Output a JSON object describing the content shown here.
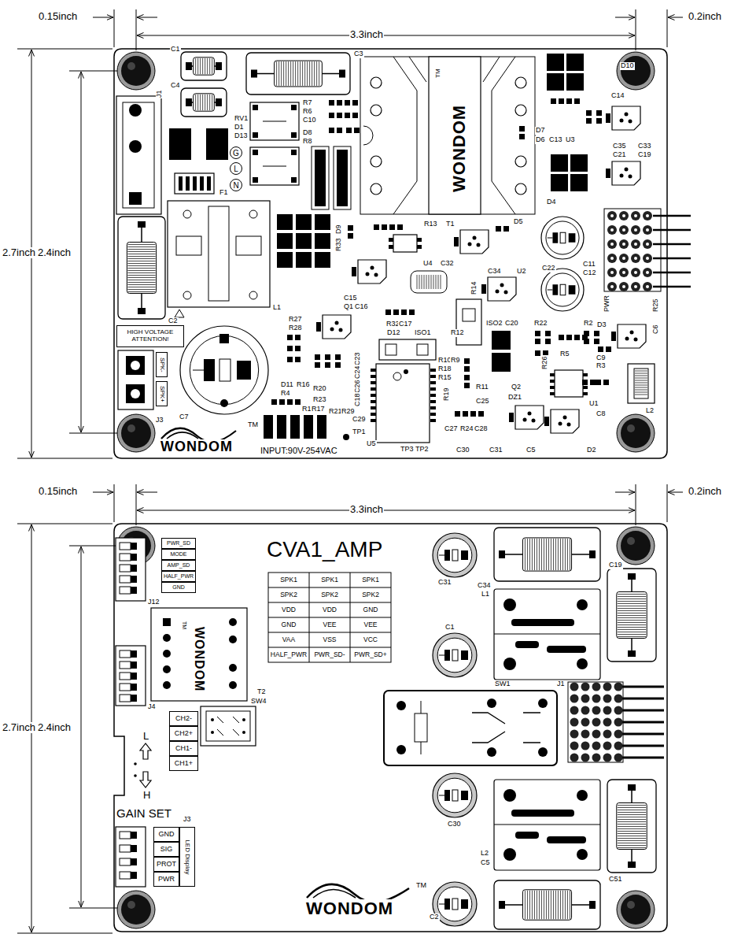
{
  "diagram": {
    "title": "CVA1_AMP",
    "nodes": [
      {
        "text": [
          "HIGH VOLTAGE ATTENTION!"
        ]
      },
      {
        "text": [
          "G"
        ]
      },
      {
        "text": [
          "L"
        ]
      },
      {
        "text": [
          "N"
        ]
      },
      {
        "text": [
          "SPK-"
        ]
      },
      {
        "text": [
          "SPK+"
        ]
      },
      {
        "text": [
          "PWR_SD"
        ]
      },
      {
        "text": [
          "MODE"
        ]
      },
      {
        "text": [
          "AMP_SD"
        ]
      },
      {
        "text": [
          "HALF_PWR"
        ]
      },
      {
        "text": [
          "GND"
        ]
      },
      {
        "text": [
          "CH2-"
        ]
      },
      {
        "text": [
          "CH2+"
        ]
      },
      {
        "text": [
          "CH1-"
        ]
      },
      {
        "text": [
          "CH1+"
        ]
      },
      {
        "text": [
          "GND"
        ]
      },
      {
        "text": [
          "SIG"
        ]
      },
      {
        "text": [
          "PROT"
        ]
      },
      {
        "text": [
          "PWR"
        ]
      },
      {
        "text": [
          "LED Display"
        ]
      }
    ],
    "labels": [
      "0.15inch",
      "3.3inch",
      "0.2inch",
      "2.7inch",
      "2.4inch",
      "C1",
      "C4",
      "J1",
      "C3",
      "RV1",
      "D1",
      "D13",
      "R7",
      "R6",
      "C10",
      "D8",
      "R8",
      "F1",
      "TM",
      "WONDOM",
      "D10",
      "C14",
      "D7",
      "D6",
      "C13",
      "U3",
      "C35",
      "C33",
      "C21",
      "C19",
      "D4",
      "R13",
      "T1",
      "D5",
      "D9",
      "R33",
      "U4",
      "C32",
      "C34",
      "U2",
      "C22",
      "C11",
      "C12",
      "R14",
      "PWR",
      "R25",
      "D3",
      "C6",
      "C15",
      "Q1",
      "C16",
      "R27",
      "R28",
      "R32",
      "C17",
      "D12",
      "ISO1",
      "R12",
      "ISO2",
      "C20",
      "R22",
      "R2",
      "R5",
      "C9",
      "R3",
      "R26",
      "D11",
      "R4",
      "R16",
      "R1",
      "R17",
      "C23",
      "C24",
      "C26",
      "C18",
      "R20",
      "R23",
      "R21",
      "R29",
      "C29",
      "TP1",
      "U5",
      "R10",
      "R9",
      "R18",
      "R15",
      "R19",
      "R11",
      "Q2",
      "C25",
      "DZ1",
      "C27",
      "R24",
      "C28",
      "U1",
      "C8",
      "L2",
      "TP3",
      "TP2",
      "C30",
      "C31",
      "C5",
      "D2",
      "C2",
      "L1",
      "C7",
      "J3",
      "TM",
      "WONDOM",
      "INPUT:90V-254VAC",
      "0.15inch",
      "3.3inch",
      "0.2inch",
      "2.7inch",
      "2.4inch",
      "J12",
      "J4",
      "T2",
      "SW4",
      "TM",
      "WONDOM",
      "SPK1",
      "SPK1",
      "SPK1",
      "SPK2",
      "SPK2",
      "SPK2",
      "VDD",
      "VDD",
      "GND",
      "GND",
      "VEE",
      "VEE",
      "VAA",
      "VSS",
      "VCC",
      "HALF_PWR",
      "PWR_SD-",
      "PWR_SD+",
      "C31",
      "C34",
      "L1",
      "C19",
      "C1",
      "SW1",
      "J1",
      "L",
      "H",
      "GAIN SET",
      "J3",
      "C30",
      "L2",
      "C5",
      "C2",
      "C51",
      "TM",
      "WONDOM"
    ]
  }
}
